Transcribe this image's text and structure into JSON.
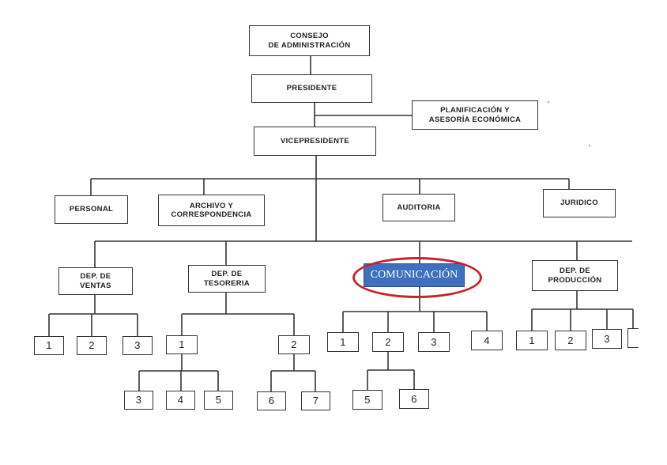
{
  "colors": {
    "line": "#333333",
    "highlight_fill": "#3f6fbf",
    "highlight_text": "#ffffff",
    "ring": "#c8232c"
  },
  "nodes": {
    "consejo": "CONSEJO\nDE ADMINISTRACIÓN",
    "presidente": "PRESIDENTE",
    "planificacion": "PLANIFICACIÓN Y\nASESORÍA ECONÓMICA",
    "vicepresidente": "VICEPRESIDENTE",
    "personal": "PERSONAL",
    "archivo": "ARCHIVO Y\nCORRESPONDENCIA",
    "auditoria": "AUDITORIA",
    "juridico": "JURIDICO",
    "ventas": "DEP. DE\nVENTAS",
    "tesoreria": "DEP. DE\nTESORERIA",
    "comunicacion": "COMUNICACIÓN",
    "produccion": "DEP. DE\nPRODUCCIÓN",
    "ventas_1": "1",
    "ventas_2": "2",
    "ventas_3": "3",
    "tes_1": "1",
    "tes_2": "2",
    "tes_1_3": "3",
    "tes_1_4": "4",
    "tes_1_5": "5",
    "tes_2_6": "6",
    "tes_2_7": "7",
    "com_1": "1",
    "com_2": "2",
    "com_3": "3",
    "com_4": "4",
    "com_2_5": "5",
    "com_2_6": "6",
    "prod_1": "1",
    "prod_2": "2",
    "prod_3": "3"
  }
}
